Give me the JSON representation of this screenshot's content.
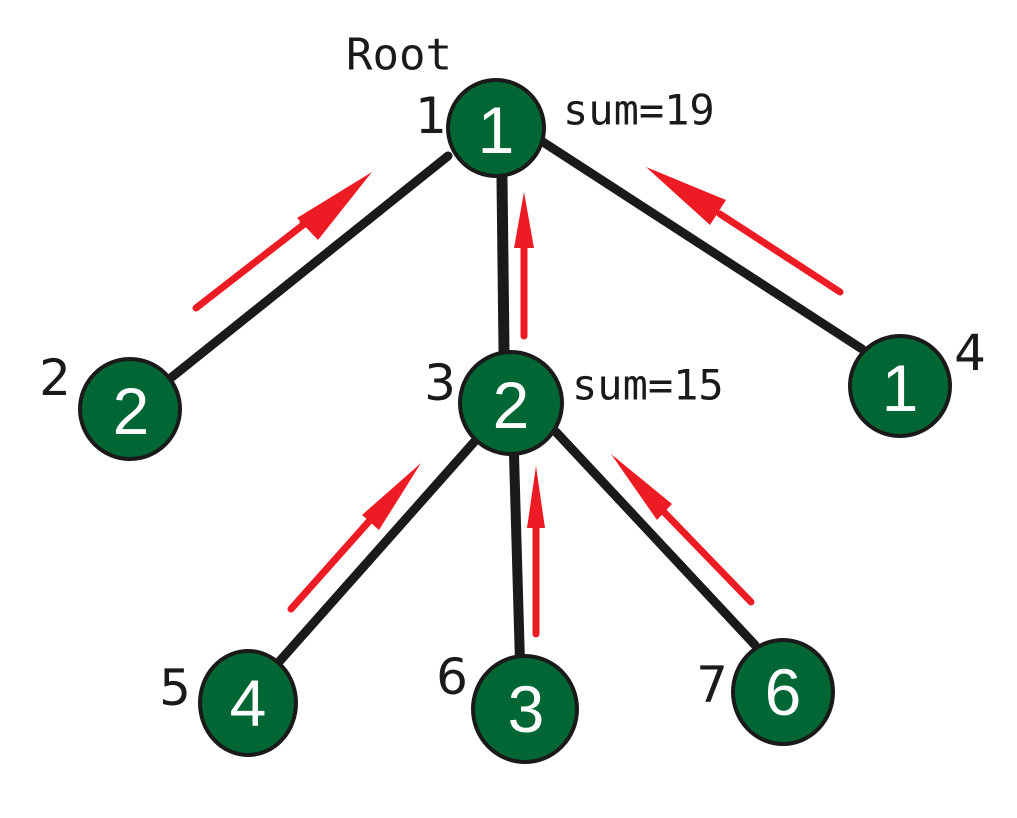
{
  "title": "Tree subtree sum propagation",
  "root_label": "Root",
  "colors": {
    "node_fill": "#006633",
    "edge": "#1a1a1a",
    "arrow": "#ed1c24",
    "node_text": "#ffffff"
  },
  "nodes": [
    {
      "id": "1",
      "index_label": "1",
      "value": "1",
      "annotation": "sum=19"
    },
    {
      "id": "2",
      "index_label": "2",
      "value": "2",
      "annotation": ""
    },
    {
      "id": "3",
      "index_label": "3",
      "value": "2",
      "annotation": "sum=15"
    },
    {
      "id": "4",
      "index_label": "4",
      "value": "1",
      "annotation": ""
    },
    {
      "id": "5",
      "index_label": "5",
      "value": "4",
      "annotation": ""
    },
    {
      "id": "6",
      "index_label": "6",
      "value": "3",
      "annotation": ""
    },
    {
      "id": "7",
      "index_label": "7",
      "value": "6",
      "annotation": ""
    }
  ],
  "edges": [
    {
      "from": "1",
      "to": "2"
    },
    {
      "from": "1",
      "to": "3"
    },
    {
      "from": "1",
      "to": "4"
    },
    {
      "from": "3",
      "to": "5"
    },
    {
      "from": "3",
      "to": "6"
    },
    {
      "from": "3",
      "to": "7"
    }
  ],
  "arrows": [
    {
      "from": "2",
      "to": "1",
      "meaning": "child sum propagated to parent"
    },
    {
      "from": "3",
      "to": "1",
      "meaning": "child sum propagated to parent"
    },
    {
      "from": "4",
      "to": "1",
      "meaning": "child sum propagated to parent"
    },
    {
      "from": "5",
      "to": "3",
      "meaning": "child sum propagated to parent"
    },
    {
      "from": "6",
      "to": "3",
      "meaning": "child sum propagated to parent"
    },
    {
      "from": "7",
      "to": "3",
      "meaning": "child sum propagated to parent"
    }
  ]
}
